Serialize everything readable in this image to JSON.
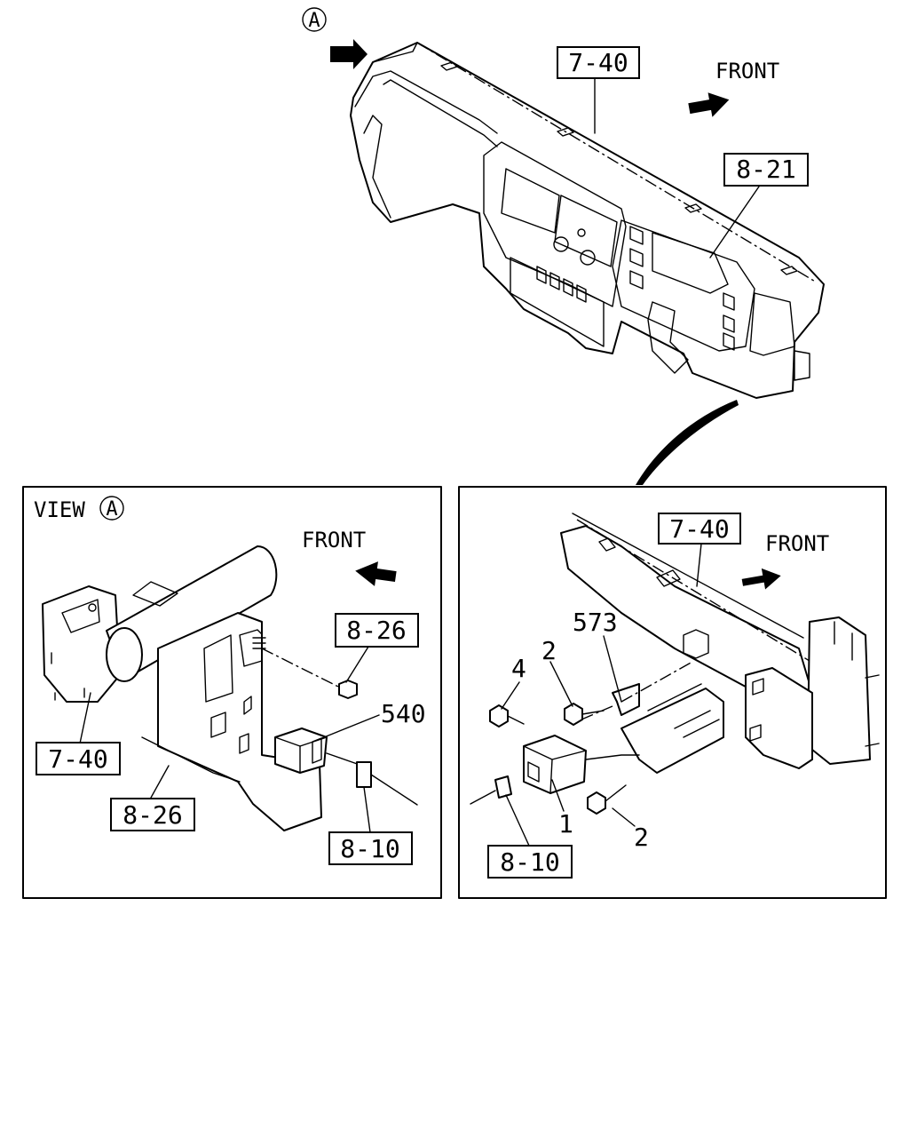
{
  "top_view": {
    "view_marker": "A",
    "callout_7_40": "7-40",
    "callout_8_21": "8-21",
    "front_label": "FRONT"
  },
  "panel_left": {
    "title": "VIEW",
    "title_marker": "A",
    "front_label": "FRONT",
    "callout_7_40": "7-40",
    "callout_8_26_top": "8-26",
    "callout_8_26_bottom": "8-26",
    "callout_8_10": "8-10",
    "part_540": "540"
  },
  "panel_right": {
    "front_label": "FRONT",
    "callout_7_40": "7-40",
    "callout_8_10": "8-10",
    "part_573": "573",
    "part_2_top": "2",
    "part_2_bottom": "2",
    "part_4": "4",
    "part_1": "1"
  }
}
